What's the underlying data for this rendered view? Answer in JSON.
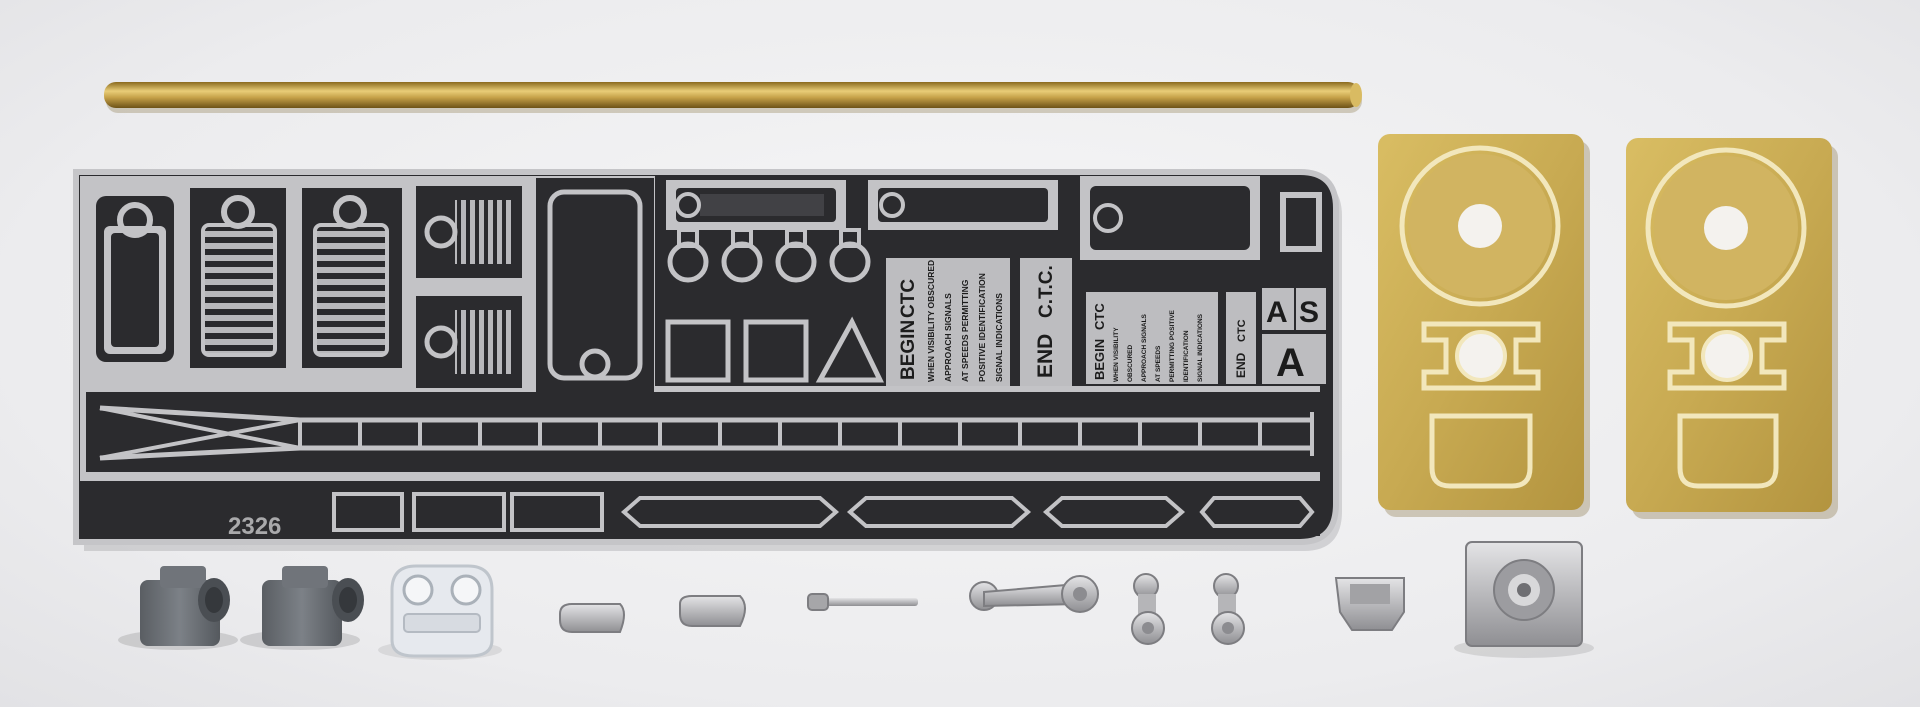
{
  "photo": {
    "subject": "",
    "colors": {
      "background": "#efeff1",
      "steel_fret": "#2a2a2d",
      "steel_parts": "#c7c7c9",
      "brass": "#c9ab55",
      "grey_plastic": "#6e7277",
      "clear_plastic": "#e3e6ea",
      "white_metal": "#bdbdbf"
    }
  },
  "fret": {
    "part_number": "2326",
    "signs": {
      "begin_ctc_large": {
        "title_begin": "BEGIN",
        "title_ctc": "CTC",
        "lines": [
          "WHEN VISIBILITY OBSCURED",
          "APPROACH SIGNALS",
          "AT SPEEDS PERMITTING",
          "POSITIVE IDENTIFICATION",
          "SIGNAL INDICATIONS"
        ]
      },
      "end_ctc_large": {
        "title_end": "END",
        "title_ctc": "C.T.C."
      },
      "begin_ctc_small": {
        "title_begin": "BEGIN",
        "title_ctc": "CTC",
        "lines": [
          "WHEN VISIBILITY",
          "OBSCURED",
          "APPROACH SIGNALS",
          "AT SPEEDS",
          "PERMITTING POSITIVE",
          "IDENTIFICATION",
          "SIGNAL INDICATIONS"
        ]
      },
      "end_ctc_small": {
        "title_end": "END",
        "title_ctc": "CTC"
      },
      "letter_plates": [
        "A",
        "S"
      ]
    }
  }
}
